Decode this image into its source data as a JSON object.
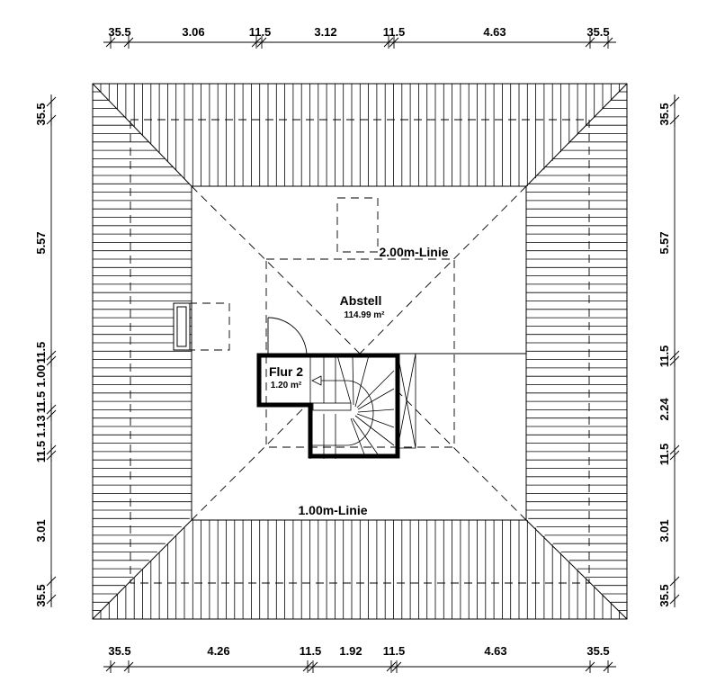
{
  "plan": {
    "rooms": [
      {
        "name": "Abstell",
        "area": "114.99 m²"
      },
      {
        "name": "Flur 2",
        "area": "1.20 m²"
      }
    ],
    "lines": {
      "upper": "2.00m-Linie",
      "lower": "1.00m-Linie"
    }
  },
  "dimensions": {
    "top": [
      "35.5",
      "3.06",
      "11.5",
      "3.12",
      "11.5",
      "4.63",
      "35.5"
    ],
    "bottom": [
      "35.5",
      "4.26",
      "11.5",
      "1.92",
      "11.5",
      "4.63",
      "35.5"
    ],
    "left": [
      "35.5",
      "5.57",
      "11.5",
      "1.00",
      "11.5",
      "1.13",
      "11.5",
      "3.01",
      "35.5"
    ],
    "right": [
      "35.5",
      "5.57",
      "11.5",
      "2.24",
      "11.5",
      "3.01",
      "35.5"
    ]
  }
}
